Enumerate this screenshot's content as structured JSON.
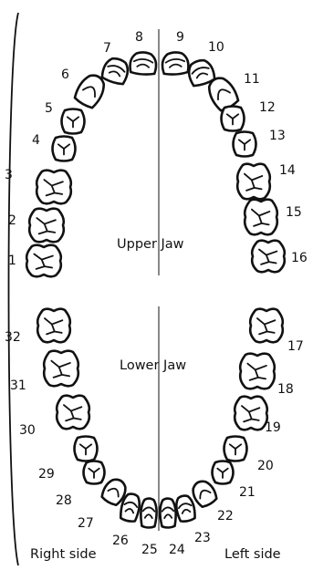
{
  "jaws": {
    "upper": "Upper Jaw",
    "lower": "Lower Jaw"
  },
  "sides": {
    "right": "Right side",
    "left": "Left side"
  },
  "teeth": [
    {
      "number": "1",
      "jaw": "upper",
      "kind": "molar",
      "side": "right"
    },
    {
      "number": "2",
      "jaw": "upper",
      "kind": "molar",
      "side": "right"
    },
    {
      "number": "3",
      "jaw": "upper",
      "kind": "molar",
      "side": "right"
    },
    {
      "number": "4",
      "jaw": "upper",
      "kind": "premolar",
      "side": "right"
    },
    {
      "number": "5",
      "jaw": "upper",
      "kind": "premolar",
      "side": "right"
    },
    {
      "number": "6",
      "jaw": "upper",
      "kind": "canine",
      "side": "right"
    },
    {
      "number": "7",
      "jaw": "upper",
      "kind": "incisor",
      "side": "right"
    },
    {
      "number": "8",
      "jaw": "upper",
      "kind": "incisor",
      "side": "right"
    },
    {
      "number": "9",
      "jaw": "upper",
      "kind": "incisor",
      "side": "left"
    },
    {
      "number": "10",
      "jaw": "upper",
      "kind": "incisor",
      "side": "left"
    },
    {
      "number": "11",
      "jaw": "upper",
      "kind": "canine",
      "side": "left"
    },
    {
      "number": "12",
      "jaw": "upper",
      "kind": "premolar",
      "side": "left"
    },
    {
      "number": "13",
      "jaw": "upper",
      "kind": "premolar",
      "side": "left"
    },
    {
      "number": "14",
      "jaw": "upper",
      "kind": "molar",
      "side": "left"
    },
    {
      "number": "15",
      "jaw": "upper",
      "kind": "molar",
      "side": "left"
    },
    {
      "number": "16",
      "jaw": "upper",
      "kind": "molar",
      "side": "left"
    },
    {
      "number": "17",
      "jaw": "lower",
      "kind": "molar",
      "side": "left"
    },
    {
      "number": "18",
      "jaw": "lower",
      "kind": "molar",
      "side": "left"
    },
    {
      "number": "19",
      "jaw": "lower",
      "kind": "molar",
      "side": "left"
    },
    {
      "number": "20",
      "jaw": "lower",
      "kind": "premolar",
      "side": "left"
    },
    {
      "number": "21",
      "jaw": "lower",
      "kind": "premolar",
      "side": "left"
    },
    {
      "number": "22",
      "jaw": "lower",
      "kind": "canine",
      "side": "left"
    },
    {
      "number": "23",
      "jaw": "lower",
      "kind": "incisor",
      "side": "left"
    },
    {
      "number": "24",
      "jaw": "lower",
      "kind": "incisor",
      "side": "left"
    },
    {
      "number": "25",
      "jaw": "lower",
      "kind": "incisor",
      "side": "right"
    },
    {
      "number": "26",
      "jaw": "lower",
      "kind": "incisor",
      "side": "right"
    },
    {
      "number": "27",
      "jaw": "lower",
      "kind": "canine",
      "side": "right"
    },
    {
      "number": "28",
      "jaw": "lower",
      "kind": "premolar",
      "side": "right"
    },
    {
      "number": "29",
      "jaw": "lower",
      "kind": "premolar",
      "side": "right"
    },
    {
      "number": "30",
      "jaw": "lower",
      "kind": "molar",
      "side": "right"
    },
    {
      "number": "31",
      "jaw": "lower",
      "kind": "molar",
      "side": "right"
    },
    {
      "number": "32",
      "jaw": "lower",
      "kind": "molar",
      "side": "right"
    }
  ]
}
